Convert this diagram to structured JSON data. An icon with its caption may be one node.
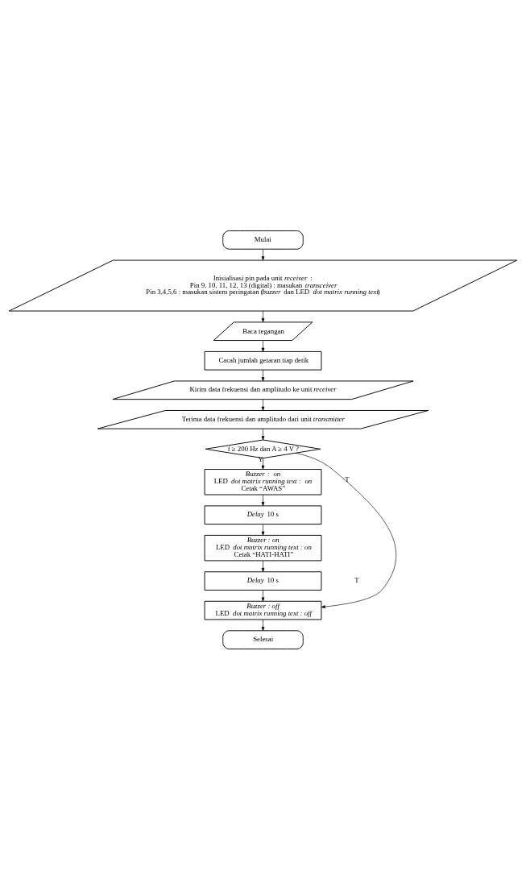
{
  "diagram": {
    "nodes": [
      {
        "text": [
          "Mulai"
        ]
      },
      {
        "text": [
          "Inisialisasi pin pada unit *receiver* :",
          "Pin 9, 10, 11, 12, 13 (digital) : masukan *transceiver*",
          "Pin 3,4,5,6 : masukan sistem peringatan (*buzzer* dan LED *dot matrix running text*)"
        ]
      },
      {
        "text": [
          "Baca tegangan"
        ]
      },
      {
        "text": [
          "Cacah jumlah getaran tiap detik"
        ]
      },
      {
        "text": [
          "Kirim data frekuensi dan amplitudo ke unit *receiver*"
        ]
      },
      {
        "text": [
          "Terima data frekuensi dan amplitudo dari unit *transmitter*"
        ]
      },
      {
        "text": [
          "f ≥ 200 Hz dan A ≥ 4 V ?"
        ]
      },
      {
        "text": [
          "*Buzzer* : *on*",
          "LED *dot matrix running text* : *on*",
          "Cetak “AWAS”"
        ]
      },
      {
        "text": [
          "*Delay* 10 s"
        ]
      },
      {
        "text": [
          "*Buzzer : on*",
          "LED *dot matrix running text : on*",
          "Cetak “HATI-HATI”"
        ]
      },
      {
        "text": [
          "*Delay* 10 s"
        ]
      },
      {
        "text": [
          "*Buzzer : off*",
          "LED *dot matrix running text : off*"
        ]
      },
      {
        "text": [
          "Selesai"
        ]
      }
    ],
    "edges": [
      {
        "from": 0,
        "to": 1,
        "arrow": "to"
      },
      {
        "from": 1,
        "to": 2,
        "arrow": "to"
      },
      {
        "from": 2,
        "to": 3,
        "arrow": "to"
      },
      {
        "from": 3,
        "to": 4,
        "arrow": "to"
      },
      {
        "from": 4,
        "to": 5,
        "arrow": "to"
      },
      {
        "from": 5,
        "to": 6,
        "arrow": "to"
      },
      {
        "from": 6,
        "to": 7,
        "arrow": "to",
        "label": "Y"
      },
      {
        "from": 7,
        "to": 8,
        "arrow": "to"
      },
      {
        "from": 8,
        "to": 9,
        "arrow": "to"
      },
      {
        "from": 9,
        "to": 10,
        "arrow": "to"
      },
      {
        "from": 10,
        "to": 11,
        "arrow": "to"
      },
      {
        "from": 6,
        "to": 11,
        "arrow": "to",
        "label": "T"
      },
      {
        "from": 11,
        "to": 12,
        "arrow": "to"
      }
    ],
    "labels": [
      "T"
    ]
  }
}
